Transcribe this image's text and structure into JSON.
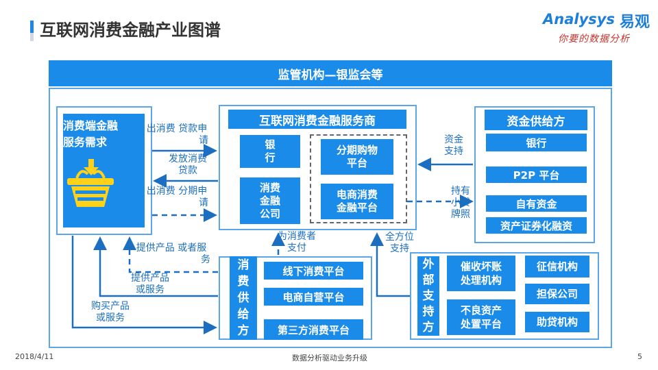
{
  "page": {
    "title": "互联网消费金融产业图谱",
    "logo_en": "Analysys",
    "logo_cn": "易观",
    "logo_slogan": "你要的数据分析"
  },
  "regulator": {
    "label": "监管机构—银监会等"
  },
  "consumer": {
    "title_line1": "消费端金融",
    "title_line2": "服务需求",
    "icon": "shopping-basket-icon"
  },
  "service_provider": {
    "title": "互联网消费金融服务商",
    "bank": {
      "line1": "银",
      "line2": "行"
    },
    "finance_company": {
      "line1": "消费",
      "line2": "金融",
      "line3": "公司"
    },
    "installment": {
      "line1": "分期购物",
      "line2": "平台"
    },
    "ecommerce": {
      "line1": "电商消费",
      "line2": "金融平台"
    }
  },
  "fund_supplier": {
    "title": "资金供给方",
    "items": [
      "银行",
      "P2P 平台",
      "自有资金",
      "资产证券化融资"
    ]
  },
  "supplier": {
    "label": [
      "消",
      "费",
      "供",
      "给",
      "方"
    ],
    "items": [
      "线下消费平台",
      "电商自营平台",
      "第三方消费平台"
    ]
  },
  "external": {
    "label": [
      "外",
      "部",
      "支",
      "持",
      "方"
    ],
    "items_left": [
      {
        "line1": "催收坏账",
        "line2": "处理机构"
      },
      {
        "line1": "不良资产",
        "line2": "处置平台"
      }
    ],
    "items_right": [
      "征信机构",
      "担保公司",
      "助贷机构"
    ]
  },
  "flows": {
    "apply_loan": {
      "line1": "出消费 贷款申",
      "line2": "请"
    },
    "issue_loan": {
      "line1": "发放消费",
      "line2": "贷款"
    },
    "installment_apply": {
      "line1": "出消费 分期申",
      "line2": "请"
    },
    "provide_product": {
      "line1": "提供产品 或者服",
      "line2": "务"
    },
    "provide_product2": {
      "line1": "提供产品",
      "line2": "或服务"
    },
    "buy_product": {
      "line1": "购买产品",
      "line2": "或服务"
    },
    "pay_for_consumer": {
      "line1": "为消费者",
      "line2": "支付"
    },
    "all_round_support": {
      "line1": "全方位",
      "line2": "支持"
    },
    "fund_support": {
      "line1": "资金",
      "line2": "支持"
    },
    "license": {
      "line1": "持有",
      "line2": "小贷",
      "line3": "牌照"
    }
  },
  "footer": {
    "date": "2018/4/11",
    "center": "数据分析驱动业务升级",
    "page": "5"
  },
  "colors": {
    "primary": "#1a8be8",
    "border": "#5aa6e8",
    "arrow": "#1c6fc0"
  }
}
